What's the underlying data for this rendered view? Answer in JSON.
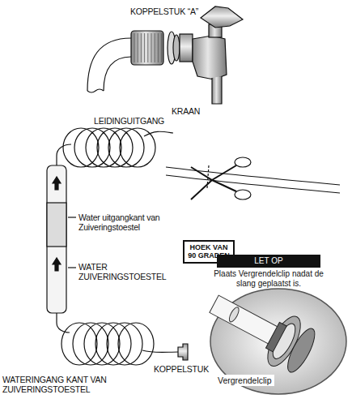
{
  "diagram": {
    "nodes": [
      {
        "text": [
          "HOEK VAN 90 GRADEN"
        ]
      },
      {
        "text": [
          "LET OP",
          "Plaats Vergrendelclip nadat de slang geplaatst is."
        ]
      },
      {
        "text": [
          "Vergrendelclip"
        ]
      }
    ],
    "labels": [
      "KOPPELSTUK “A”",
      "KRAAN",
      "LEIDINGUITGANG",
      "Water uitgangkant van Zuiveringstoestel",
      "WATER ZUIVERINGSTOESTEL",
      "KOPPELSTUK",
      "WATERINGANG KANT VAN ZUIVERINGSTOESTEL"
    ]
  }
}
